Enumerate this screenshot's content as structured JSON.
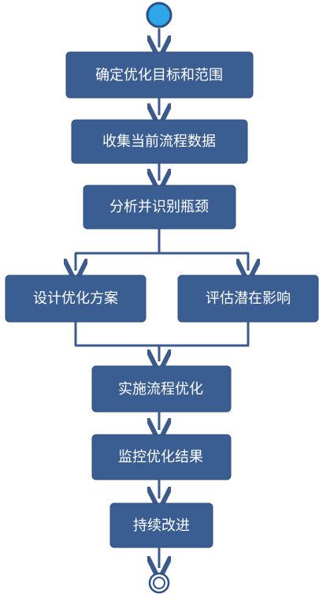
{
  "diagram": {
    "nodes": {
      "define_goal": "确定优化目标和范围",
      "collect_data": "收集当前流程数据",
      "identify_bottleneck": "分析并识别瓶颈",
      "design_plan": "设计优化方案",
      "assess_impact": "评估潜在影响",
      "implement": "实施流程优化",
      "monitor": "监控优化结果",
      "continuous_improve": "持续改进"
    },
    "colors": {
      "box_fill": "#3a5d92",
      "box_stroke": "#2e4e7d",
      "arrow": "#3c5a8c",
      "start_fill": "#2ea6e8",
      "start_stroke": "#2c4f86",
      "end_ring": "#2c4f86"
    }
  }
}
